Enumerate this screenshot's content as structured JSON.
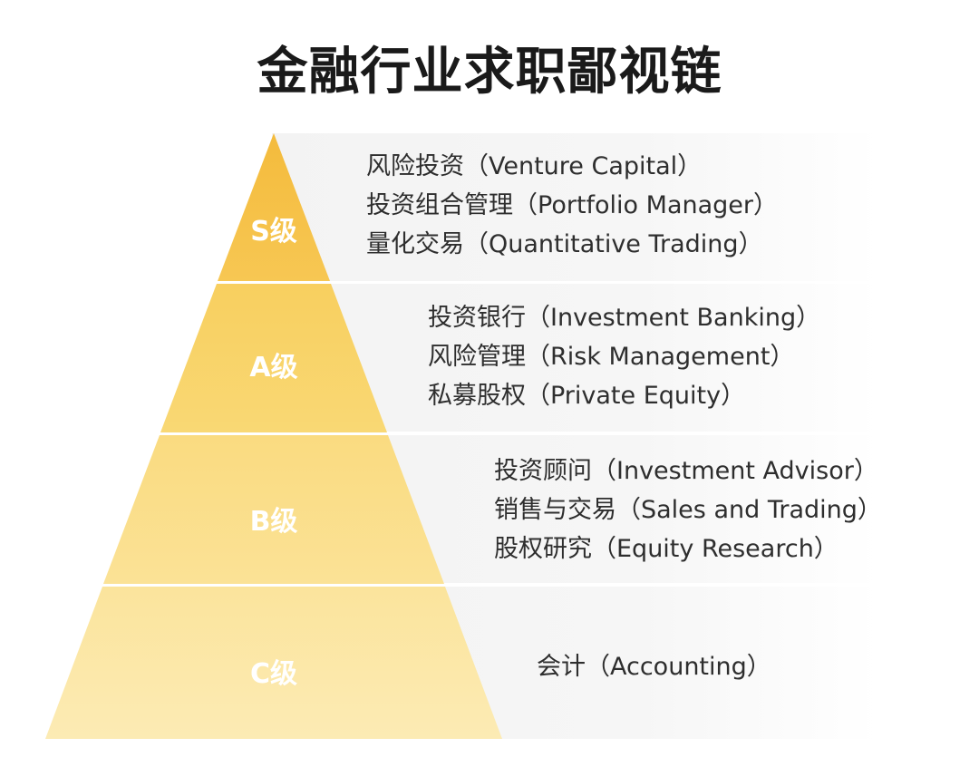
{
  "title": "金融行业求职鄙视链",
  "colors": {
    "tier_s": "#f6c24c",
    "tier_a": "#f8d56f",
    "tier_b": "#fae08f",
    "tier_c": "#fbe7a8",
    "band": "#f4f4f4",
    "text": "#2e2e2e"
  },
  "tiers": [
    {
      "label": "S级",
      "items": [
        "风险投资（Venture Capital）",
        "投资组合管理（Portfolio Manager）",
        "量化交易（Quantitative Trading）"
      ]
    },
    {
      "label": "A级",
      "items": [
        "投资银行（Investment Banking）",
        "风险管理（Risk Management）",
        "私募股权（Private Equity）"
      ]
    },
    {
      "label": "B级",
      "items": [
        "投资顾问（Investment Advisor）",
        "销售与交易（Sales and Trading）",
        "股权研究（Equity Research）"
      ]
    },
    {
      "label": "C级",
      "items": [
        "会计（Accounting）"
      ]
    }
  ]
}
